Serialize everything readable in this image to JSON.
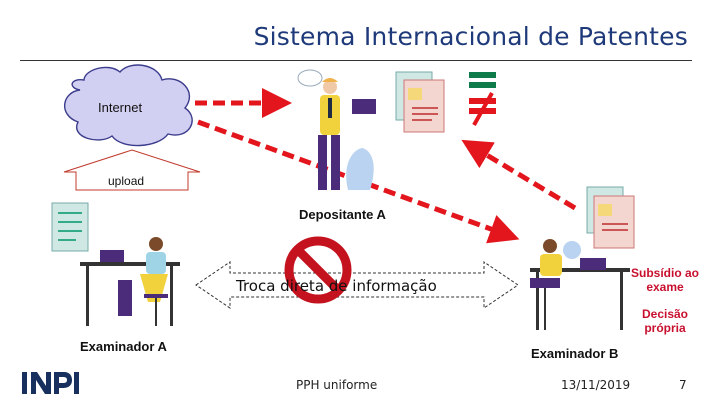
{
  "slide": {
    "title": "Sistema Internacional de Patentes",
    "internet_label": "Internet",
    "upload_label": "upload",
    "depositante_label": "Depositante A",
    "examinador_a_label": "Examinador A",
    "examinador_b_label": "Examinador B",
    "troca_label": "Troca direta de informação",
    "subsidio_label": "Subsídio ao exame",
    "decisao_label": "Decisão própria",
    "not_equal_symbol": "≠"
  },
  "footer": {
    "logo_text": "INPI",
    "center_text": "PPH uniforme",
    "date": "13/11/2019",
    "page_number": "7"
  },
  "colors": {
    "title": "#1f3a7a",
    "arrow_red": "#e3161d",
    "note_red": "#c8102e",
    "prohibit_red": "#c4121e",
    "equal_green": "#0f7a4a",
    "cloud": "#d2d0f2",
    "cloud_stroke": "#3b3c8c",
    "logo_blue": "#17305e"
  }
}
